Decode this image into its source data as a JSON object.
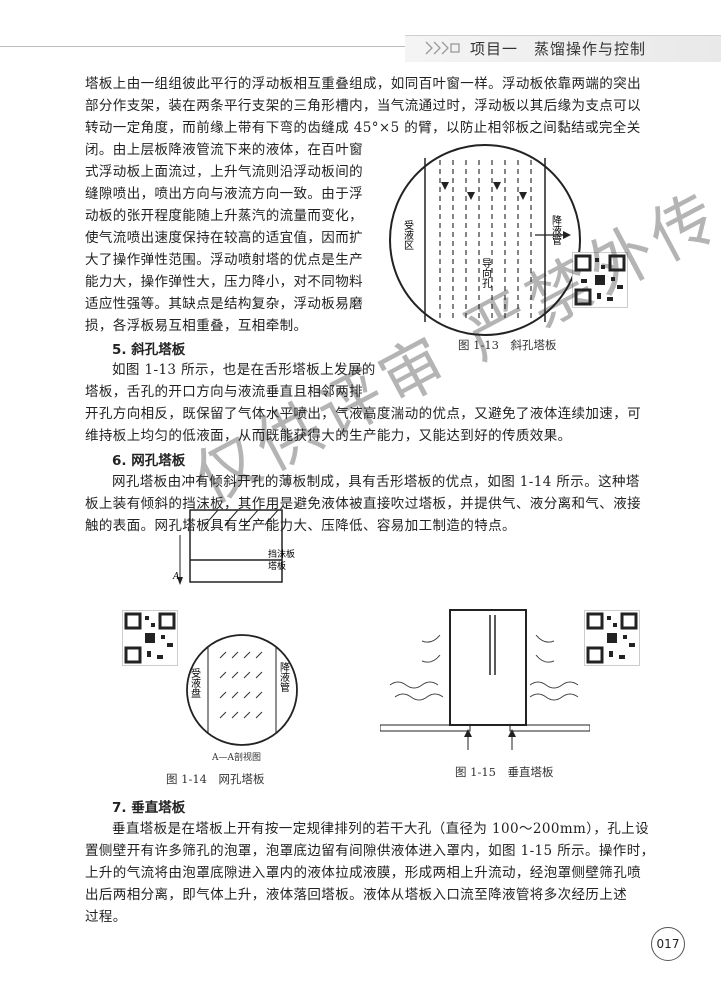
{
  "header": {
    "title": "项目一　蒸馏操作与控制"
  },
  "body": {
    "lines_top": [
      "塔板上由一组组彼此平行的浮动板相互重叠组成，如同百叶窗一样。浮动板依靠两端的突出",
      "部分作支架，装在两条平行支架的三角形槽内，当气流通过时，浮动板以其后缘为支点可以",
      "转动一定角度，而前缘上带有下弯的齿缝成 45°×5 的臂，以防止相邻板之间黏结或完全关"
    ],
    "lines_wrap": [
      "闭。由上层板降液管流下来的液体，在百叶窗",
      "式浮动板上面流过，上升气流则沿浮动板间的",
      "缝隙喷出，喷出方向与液流方向一致。由于浮",
      "动板的张开程度能随上升蒸汽的流量而变化，",
      "使气流喷出速度保持在较高的适宜值，因而扩",
      "大了操作弹性范围。浮动喷射塔的优点是生产",
      "能力大，操作弹性大，压力降小，对不同物料",
      "适应性强等。其缺点是结构复杂，浮动板易磨",
      "损，各浮板易互相重叠，互相牵制。"
    ],
    "sec5_title": "5. 斜孔塔板",
    "sec5_wrap": [
      "如图 1-13 所示，也是在舌形塔板上发展的",
      "塔板，舌孔的开口方向与液流垂直且相邻两排"
    ],
    "sec5_full": [
      "开孔方向相反，既保留了气体水平喷出，气液高度湍动的优点，又避免了液体连续加速，可",
      "维持板上均匀的低液面，从而既能获得大的生产能力，又能达到好的传质效果。"
    ],
    "sec6_title": "6. 网孔塔板",
    "sec6_lines": [
      "网孔塔板由冲有倾斜开孔的薄板制成，具有舌形塔板的优点，如图 1-14 所示。这种塔",
      "板上装有倾斜的挡沫板，其作用是避免液体被直接吹过塔板，并提供气、液分离和气、液接",
      "触的表面。网孔塔板具有生产能力大、压降低、容易加工制造的特点。"
    ],
    "sec7_title": "7. 垂直塔板",
    "sec7_lines": [
      "垂直塔板是在塔板上开有按一定规律排列的若干大孔（直径为 100～200mm），孔上设",
      "置侧壁开有许多筛孔的泡罩，泡罩底边留有间隙供液体进入罩内，如图 1-15 所示。操作时，",
      "上升的气流将由泡罩底隙进入罩内的液体拉成液膜，形成两相上升流动，经泡罩侧壁筛孔喷",
      "出后两相分离，即气体上升，液体落回塔板。液体从塔板入口流至降液管将多次经历上述",
      "过程。"
    ]
  },
  "figures": {
    "fig13": {
      "caption": "图 1-13　斜孔塔板",
      "label_left": "受液区",
      "label_right": "降液管",
      "label_mid": "导向孔"
    },
    "fig14": {
      "caption": "图 1-14　网孔塔板",
      "label_baffle": "挡沫板",
      "label_plate": "塔板",
      "label_a": "A",
      "label_left": "受液盘",
      "label_right": "降液管",
      "label_section": "A—A剖视图"
    },
    "fig15": {
      "caption": "图 1-15　垂直塔板"
    }
  },
  "watermark": "仅供评审 严禁外传",
  "page_number": "017"
}
